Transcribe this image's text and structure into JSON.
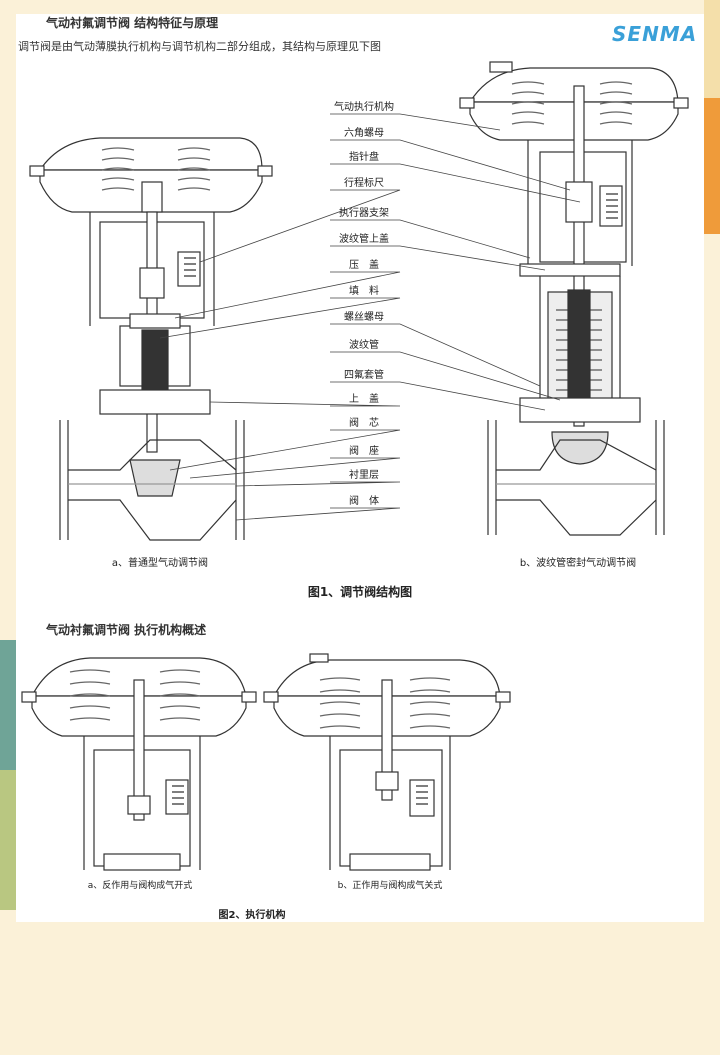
{
  "section1": {
    "title": "气动衬氟调节阀 结构特征与原理",
    "intro": "调节阀是由气动薄膜执行机构与调节机构二部分组成，其结构与原理见下图"
  },
  "logo": {
    "text": "SENMA"
  },
  "figure1": {
    "labels": [
      "气动执行机构",
      "六角螺母",
      "指针盘",
      "行程标尺",
      "执行器支架",
      "波纹管上盖",
      "压　盖",
      "填　料",
      "螺丝螺母",
      "波纹管",
      "四氟套管",
      "上　盖",
      "阀　芯",
      "阀　座",
      "衬里层",
      "阀　体"
    ],
    "caption_a": "a、普通型气动调节阀",
    "caption_b": "b、波纹管密封气动调节阀",
    "caption": "图1、调节阀结构图"
  },
  "section2": {
    "title": "气动衬氟调节阀 执行机构概述"
  },
  "figure2": {
    "caption_a": "a、反作用与阀构成气开式",
    "caption_b": "b、正作用与阀构成气关式",
    "caption": "图2、执行机构"
  },
  "colors": {
    "background": "#fbf1d8",
    "orange": "#ef9b3a",
    "teal": "#6fa497",
    "logo": "#3aa0d8"
  }
}
